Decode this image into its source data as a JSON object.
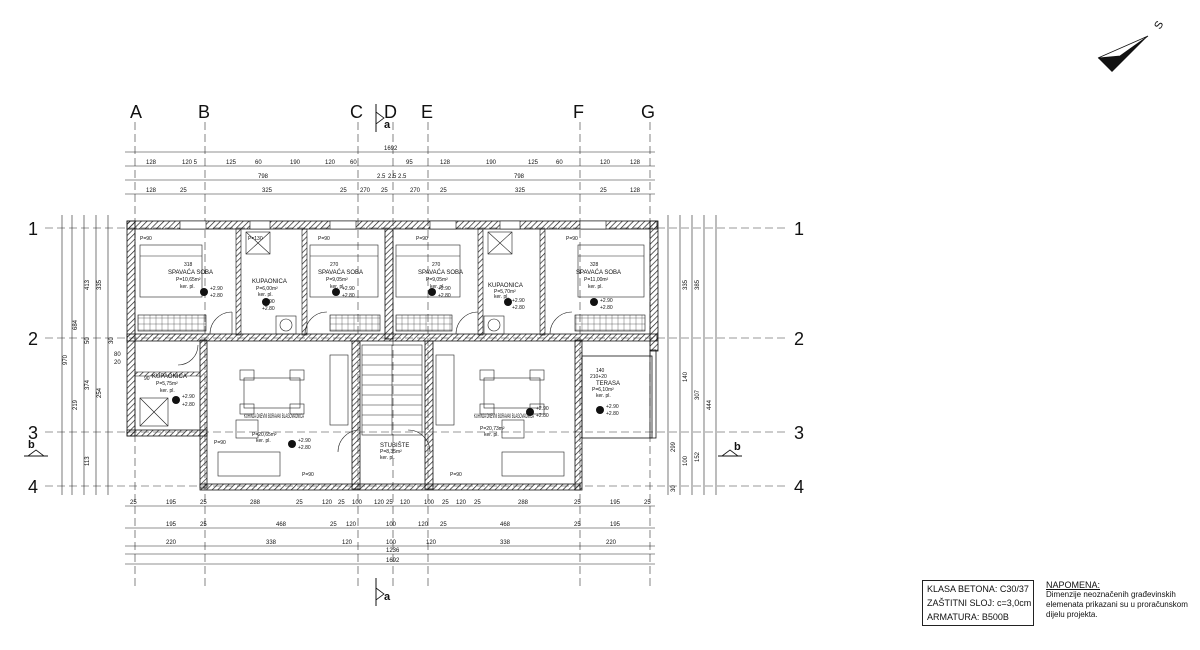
{
  "axes": {
    "columns": [
      "A",
      "B",
      "C",
      "D",
      "E",
      "F",
      "G"
    ],
    "rows": [
      "1",
      "2",
      "3",
      "4"
    ]
  },
  "section_marks": {
    "a": "a",
    "b": "b"
  },
  "north": {
    "letter": "S"
  },
  "dimensions": {
    "top_total": "1692",
    "top_row1": [
      "128",
      "120 5",
      "125",
      "60",
      "190",
      "120",
      "60",
      "95",
      "128",
      "190",
      "125",
      "60",
      "120",
      "128"
    ],
    "top_row2": [
      "798",
      "2.5",
      "2.5",
      "2.5",
      "798"
    ],
    "top_row3": [
      "128",
      "25",
      "325",
      "25",
      "270",
      "25",
      "270",
      "25",
      "325",
      "25",
      "128"
    ],
    "bottom_row1": [
      "25",
      "195",
      "25",
      "288",
      "25",
      "120",
      "25",
      "100",
      "120",
      "25",
      "120",
      "100",
      "25",
      "120",
      "25",
      "288",
      "25",
      "195",
      "25"
    ],
    "bottom_row2": [
      "195",
      "25",
      "468",
      "25",
      "120",
      "100",
      "120",
      "25",
      "468",
      "25",
      "195"
    ],
    "bottom_row3": [
      "220",
      "338",
      "120",
      "100",
      "120",
      "338",
      "220"
    ],
    "bottom_total1": "1236",
    "bottom_total2": "1692",
    "left": [
      "413",
      "335",
      "684",
      "970",
      "219",
      "374",
      "254",
      "50",
      "30",
      "113",
      "80",
      "20"
    ],
    "right": [
      "335",
      "385",
      "444",
      "140",
      "307",
      "299",
      "152",
      "100",
      "30"
    ],
    "openings": [
      "90",
      "P=90",
      "P=130",
      "P=90",
      "P=90",
      "P=90",
      "P=90",
      "P=90",
      "P=90"
    ]
  },
  "rooms": [
    {
      "name": "SPAVAĆA SOBA",
      "area": "P=10,65m²",
      "finish": "ker. pl.",
      "levels": [
        "+2.90",
        "+2.80"
      ],
      "width": "318"
    },
    {
      "name": "KUPAONICA",
      "area": "P=6,00m²",
      "finish": "ker. pl.",
      "levels": [
        "+2.90",
        "+2.80"
      ]
    },
    {
      "name": "SPAVAĆA SOBA",
      "area": "P=9,05m²",
      "finish": "ker. pl.",
      "levels": [
        "+2.90",
        "+2.80"
      ],
      "width": "270"
    },
    {
      "name": "SPAVAĆA SOBA",
      "area": "P=9,05m²",
      "finish": "ker. pl.",
      "levels": [
        "+2.90",
        "+2.80"
      ],
      "width": "270"
    },
    {
      "name": "KUPAONICA",
      "area": "P=5,70m²",
      "finish": "ker. pl.",
      "levels": [
        "+2.90",
        "+2.80"
      ]
    },
    {
      "name": "SPAVAĆA SOBA",
      "area": "P=11,00m²",
      "finish": "ker. pl.",
      "levels": [
        "+2.90",
        "+2.80"
      ],
      "width": "328"
    },
    {
      "name": "KUPAONICA",
      "area": "P=5,75m²",
      "finish": "ker. pl.",
      "levels": [
        "+2.90",
        "+2.80"
      ]
    },
    {
      "name": "KUHINJA DNEVNI BORAVAK BLAGOVAONICA",
      "area": "P=20,65m²",
      "finish": "ker. pl.",
      "levels": [
        "+2.90",
        "+2.80"
      ]
    },
    {
      "name": "STUBIŠTE",
      "area": "P=8,35m²",
      "finish": "ker. pl.",
      "levels": []
    },
    {
      "name": "KUHINJA DNEVNI BORAVAK BLAGOVAONICA",
      "area": "P=20,73m²",
      "finish": "ker. pl.",
      "levels": [
        "+2.90",
        "+2.80"
      ]
    },
    {
      "name": "TERASA",
      "area": "P=6,10m²",
      "finish": "ker. pl.",
      "levels": [
        "+2.90",
        "+2.80"
      ],
      "width": "140",
      "opening": "210+20"
    }
  ],
  "legend": {
    "concrete": "KLASA BETONA: C30/37",
    "cover": "ZAŠTITNI SLOJ: c=3,0cm",
    "rebar": "ARMATURA: B500B"
  },
  "note": {
    "title": "NAPOMENA:",
    "text": [
      "Dimenzije neoznačenih građevinskih",
      "elemenata prikazani su u proračunskom",
      "dijelu projekta."
    ]
  }
}
